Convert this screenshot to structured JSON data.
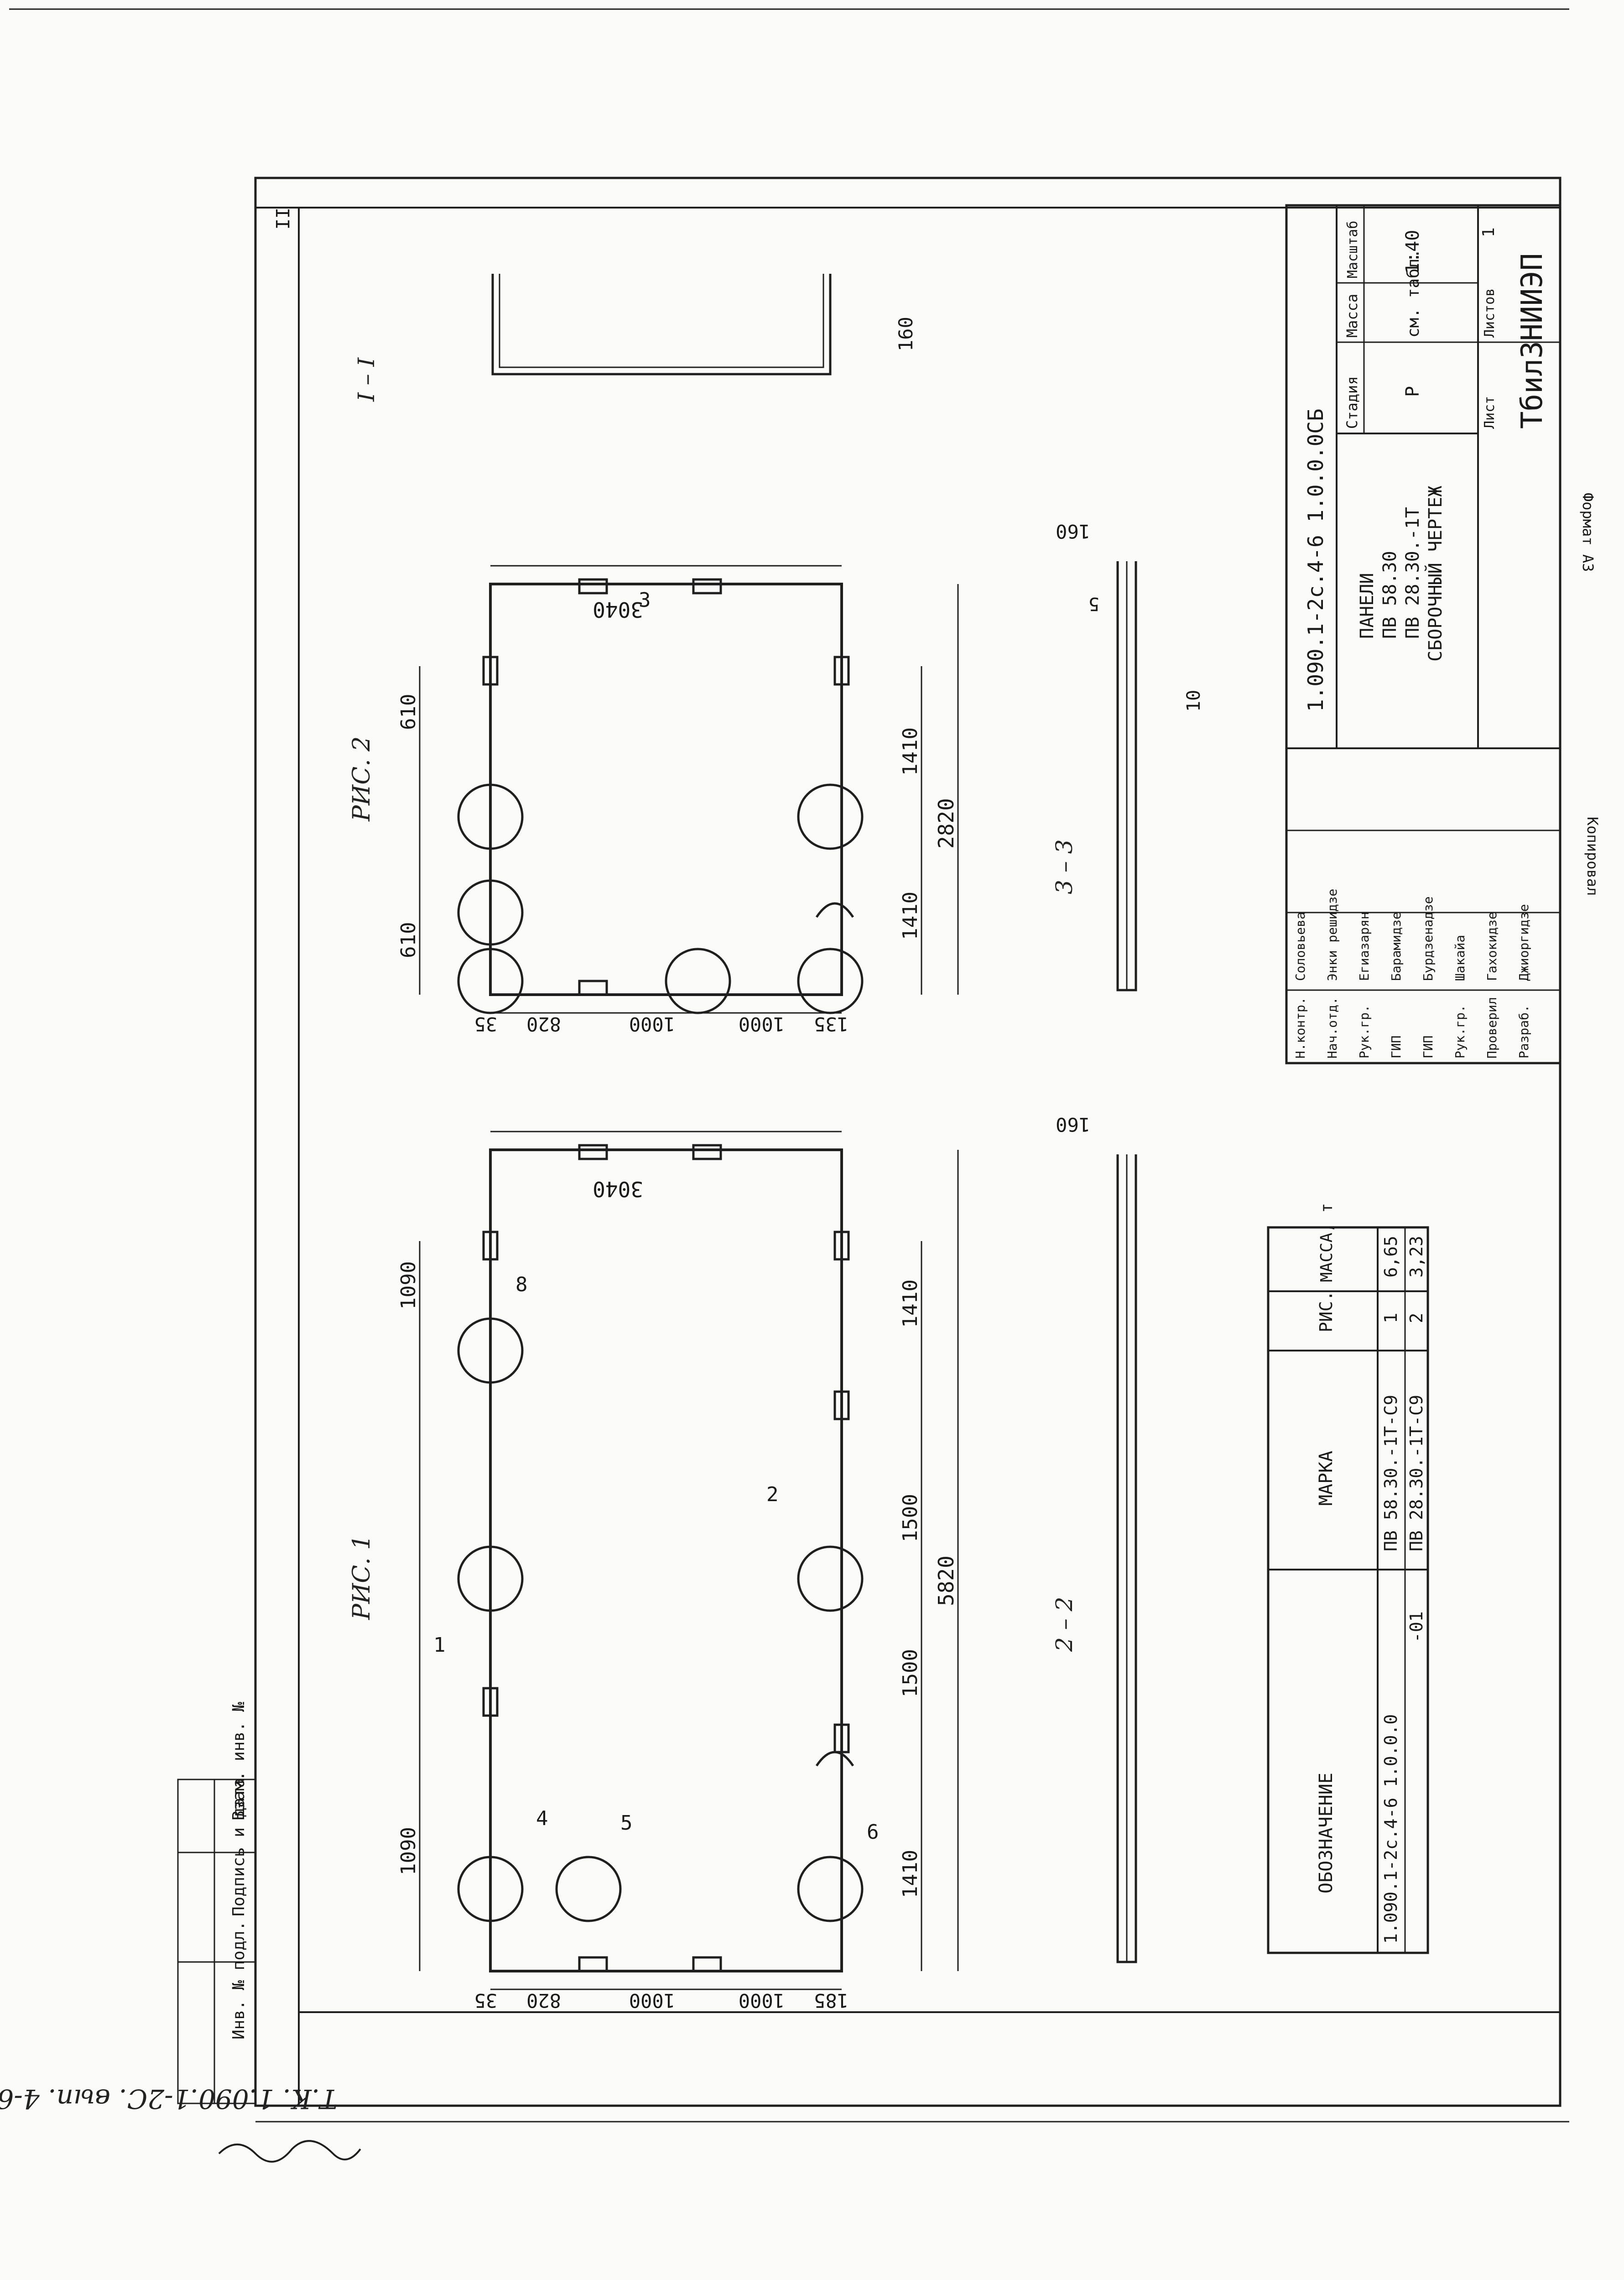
{
  "sheet": {
    "format_label": "Формат А3",
    "copied_label": "Копировал",
    "side_top_letter": "II",
    "side_stamp": "Т.К. 1.090.1-2С. вып. 4-6",
    "left_strip": [
      "Инв. № подл.",
      "Подпись и дата",
      "Взам. инв. №"
    ]
  },
  "figures": {
    "fig1_title": "РИС. 1",
    "fig2_title": "РИС. 2",
    "section_1_1": "I – I",
    "section_2_2": "2 – 2",
    "section_3_3": "3 – 3",
    "fig1_dims": {
      "height": "3040",
      "length": "5820",
      "seg_1410_left": "1410",
      "seg_1500_a": "1500",
      "seg_1500_b": "1500",
      "seg_1410_right": "1410",
      "top_1090_left": "1090",
      "top_1090_right": "1090",
      "row_35": "35",
      "row_820": "820",
      "row_1000_a": "1000",
      "row_1000_b": "1000",
      "row_185": "185"
    },
    "fig2_dims": {
      "height": "3040",
      "length": "2820",
      "seg_1410_a": "1410",
      "seg_1410_b": "1410",
      "top_610_a": "610",
      "top_610_b": "610",
      "row_35": "35",
      "row_820": "820",
      "row_1000_a": "1000",
      "row_1000_b": "1000",
      "row_135": "135"
    },
    "section_dims": {
      "s160": "160",
      "s5": "5",
      "s10": "10"
    },
    "callouts": [
      "1",
      "2",
      "3",
      "4",
      "5",
      "6",
      "8"
    ]
  },
  "spec_table": {
    "headers": [
      "ОБОЗНАЧЕНИЕ",
      "МАРКА",
      "РИС.",
      "МАССА, т"
    ],
    "rows": [
      {
        "designation": "1.090.1-2с.4-6 1.0.0.0",
        "mark": "ПВ 58.30.-1Т-С9",
        "fig": "1",
        "mass": "6,65"
      },
      {
        "designation": "-01",
        "mark": "ПВ 28.30.-1Т-С9",
        "fig": "2",
        "mass": "3,23"
      }
    ]
  },
  "title_block": {
    "doc_number": "1.090.1-2с.4-6 1.0.0.0СБ",
    "title_lines": [
      "ПАНЕЛИ",
      "ПВ 58.30",
      "ПВ 28.30.-1Т",
      "СБОРОЧНЫЙ ЧЕРТЕЖ"
    ],
    "stage_label": "Стадия",
    "mass_label": "Масса",
    "scale_label": "Масштаб",
    "stage": "Р",
    "mass": "см. табл.",
    "scale": "1:40",
    "sheet_label": "Лист",
    "sheets_label": "Листов",
    "sheets": "1",
    "org": "ТбилЗНИИЭП",
    "roles": [
      {
        "role": "Н.контр.",
        "name": "Соловьева"
      },
      {
        "role": "Нач.отд.",
        "name": "Энки решидзе"
      },
      {
        "role": "Рук.гр.",
        "name": "Егиазарян"
      },
      {
        "role": "ГИП",
        "name": "Барамидзе"
      },
      {
        "role": "ГИП",
        "name": "Бурдзенадзе"
      },
      {
        "role": "Рук.гр.",
        "name": "Шакайа"
      },
      {
        "role": "Проверил",
        "name": "Гахокидзе"
      },
      {
        "role": "Разраб.",
        "name": "Джиоргидзе"
      }
    ]
  }
}
